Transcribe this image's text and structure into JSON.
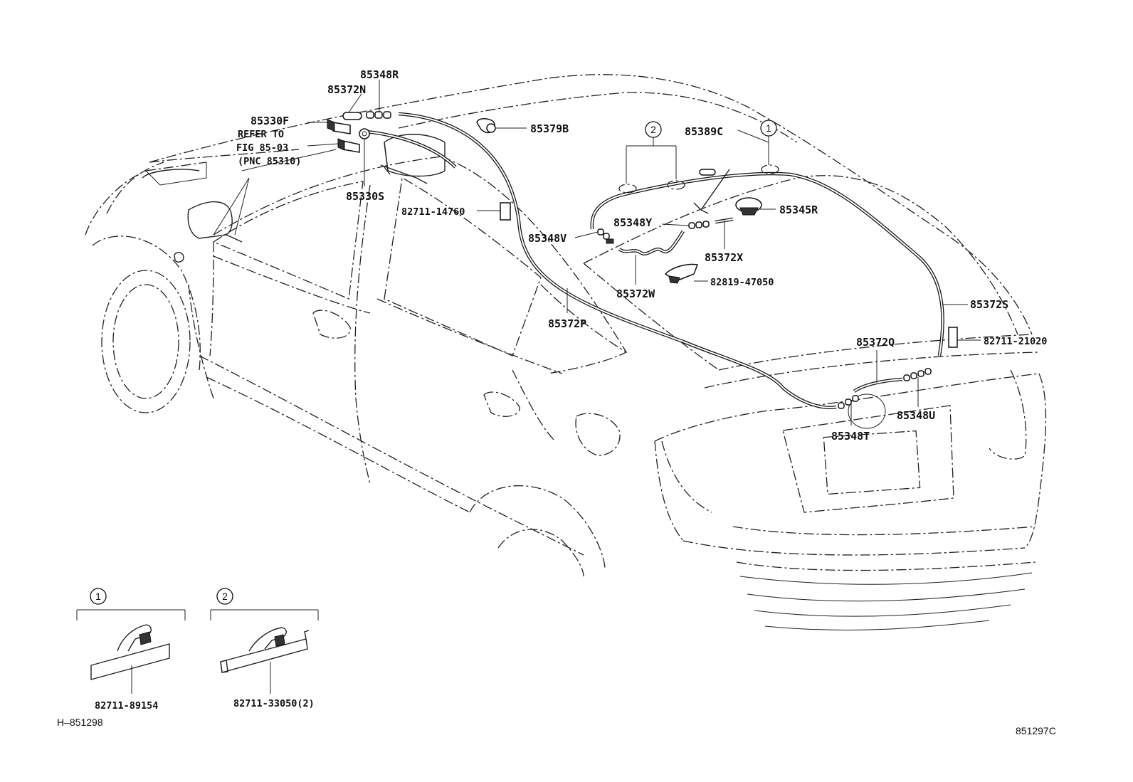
{
  "labels": {
    "p85348R": "85348R",
    "p85372N": "85372N",
    "p85330F": "85330F",
    "refer1": "REFER TO",
    "refer2": "FIG 85-03",
    "refer3": "(PNC 85310)",
    "p85330S": "85330S",
    "p85379B": "85379B",
    "p85389C": "85389C",
    "p82711_14760": "82711-14760",
    "p85348V": "85348V",
    "p85348Y": "85348Y",
    "p85345R": "85345R",
    "p85372X": "85372X",
    "p85372W": "85372W",
    "p82819_47050": "82819-47050",
    "p85372P": "85372P",
    "p85372S": "85372S",
    "p82711_21020": "82711-21020",
    "p85372Q": "85372Q",
    "p85348U": "85348U",
    "p85348T": "85348T",
    "inset1_part": "82711-89154",
    "inset2_part": "82711-33050(2)",
    "ref_h": "H‒851298",
    "fig_code": "851297C"
  },
  "callouts": {
    "c1": "1",
    "c2": "2"
  }
}
